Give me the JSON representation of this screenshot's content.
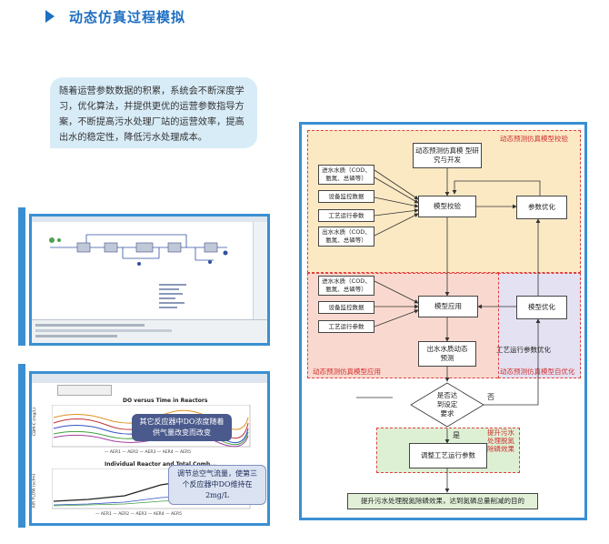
{
  "header": {
    "title": "动态仿真过程模拟"
  },
  "intro": {
    "text": "随着运营参数数据的积累，系统会不断深度学习，优化算法，并提供更优的运营参数指导方案，不断提高污水处理厂站的运营效率，提高出水的稳定性，降低污水处理成本。"
  },
  "screenshot2": {
    "chart1_title": "DO versus Time in Reactors",
    "chart1_ylabel": "CBM-C (mg/L)",
    "chart1_legend": "— AER1  — AER2  — AER3  — AER4  — AER5",
    "chart2_title": "Individual Reactor and Total Comb...",
    "chart2_ylabel": "AIR FLOW (scfm)",
    "chart2_legend": "— AER1  — AER2  — AER3  — AER4  — AER5",
    "callout1": "其它反应器中DO浓度随着供气量改变而改变",
    "callout2": "调节总空气流量，使第三个反应器中DO维持在2mg/L"
  },
  "flowchart": {
    "regions": {
      "calibration": "动态预测仿真模型校验",
      "application": "动态预测仿真模型应用",
      "self_optimize": "动态预测仿真模型自优化",
      "effect": "提升污水\n处理脱氮\n除磷效果"
    },
    "nodes": {
      "research": "动态预测仿真模\n型研究与开发",
      "inflow1": "进水水质（COD、\n氨氮、总磷等）",
      "equipment": "设备监控数据",
      "process1": "工艺运行参数",
      "outflow": "出水水质（COD、\n氨氮、总磷等）",
      "model_check": "模型校验",
      "param_opt": "参数优化",
      "inflow2": "进水水质（COD、\n氨氮、总磷等）",
      "equipment2": "设备监控数据",
      "process2": "工艺运行参数",
      "model_apply": "模型应用",
      "model_opt": "模型优化",
      "predict": "出水水质动态\n预测",
      "decision": "是否达\n到设定\n要求",
      "adjust": "调整工艺运行参数",
      "goal": "提升污水处理脱氮除磷效果，达到氮磷总量削减的目的"
    },
    "labels": {
      "process_opt": "工艺运行参数优化",
      "yes": "是",
      "no": "否"
    }
  }
}
